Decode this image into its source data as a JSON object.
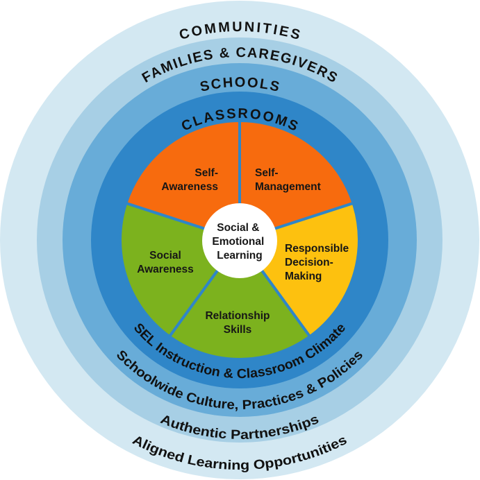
{
  "rings": {
    "communities": {
      "label": "COMMUNITIES",
      "sublabel": "Aligned Learning Opportunities",
      "color": "#d3e8f2"
    },
    "families": {
      "label": "FAMILIES & CAREGIVERS",
      "sublabel": "Authentic Partnerships",
      "color": "#a7cfe5"
    },
    "schools": {
      "label": "SCHOOLS",
      "sublabel": "Schoolwide Culture, Practices & Policies",
      "color": "#68acd8"
    },
    "classrooms": {
      "label": "CLASSROOMS",
      "sublabel": "SEL Instruction & Classroom Climate",
      "color": "#2f86c8"
    }
  },
  "center": {
    "lines": [
      "Social &",
      "Emotional",
      "Learning"
    ],
    "color": "#ffffff"
  },
  "wedges": [
    {
      "name": "self-management",
      "lines": [
        "Self-",
        "Management"
      ],
      "color": "#f76b0e"
    },
    {
      "name": "responsible-decision-making",
      "lines": [
        "Responsible",
        "Decision-",
        "Making"
      ],
      "color": "#fdc10f"
    },
    {
      "name": "relationship-skills",
      "lines": [
        "Relationship",
        "Skills"
      ],
      "color": "#7cb21e"
    },
    {
      "name": "social-awareness",
      "lines": [
        "Social",
        "Awareness"
      ],
      "color": "#7cb21e"
    },
    {
      "name": "self-awareness",
      "lines": [
        "Self-",
        "Awareness"
      ],
      "color": "#f76b0e"
    }
  ]
}
